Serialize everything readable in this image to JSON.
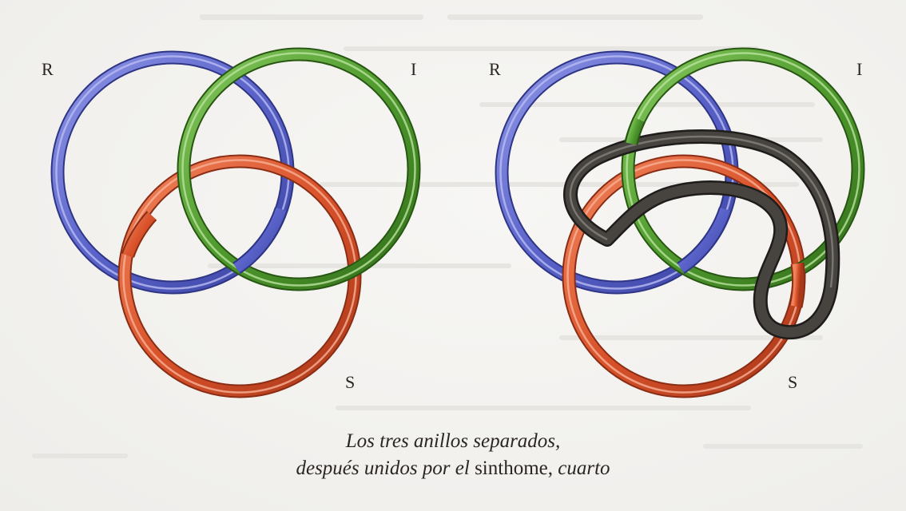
{
  "labels": {
    "left": {
      "r": "R",
      "i": "I",
      "s": "S"
    },
    "right": {
      "r": "R",
      "i": "I",
      "s": "S"
    }
  },
  "caption": {
    "line1": "Los tres anillos separados,",
    "line2_a": "después unidos por el",
    "line2_b": "sinthome",
    "line2_c": "cuarto"
  },
  "colors": {
    "real": "#5a63c9",
    "imaginary": "#4f9a2e",
    "symbolic": "#d9522a",
    "sinthome": "#3b3835",
    "background": "#f4f3f1",
    "text": "#2b2623"
  }
}
